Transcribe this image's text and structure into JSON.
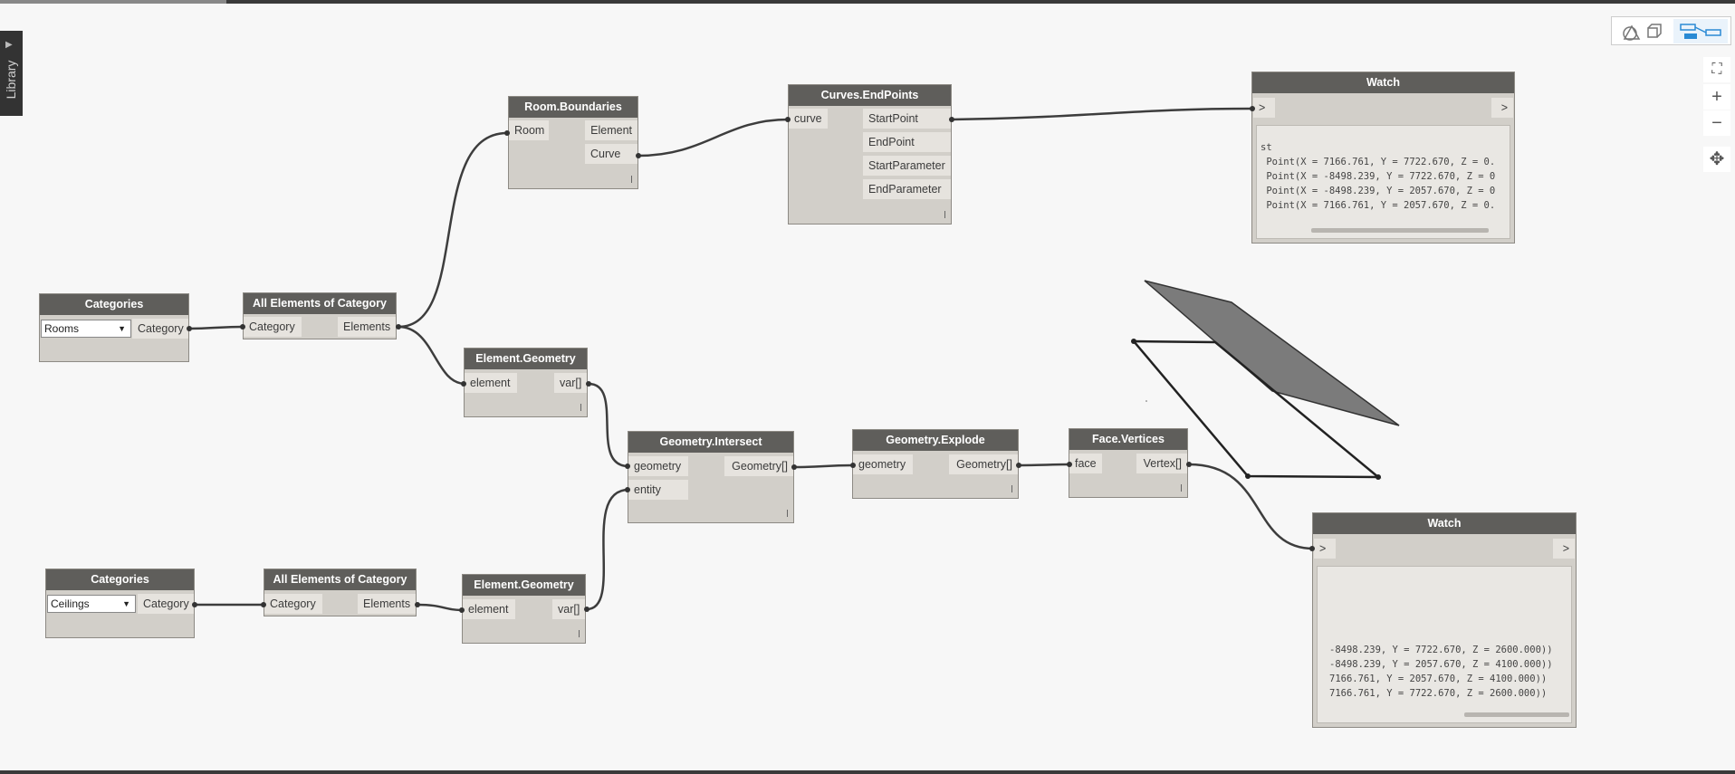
{
  "library": {
    "label": "Library"
  },
  "nodes": {
    "categories_rooms": {
      "title": "Categories",
      "selected": "Rooms",
      "output": "Category"
    },
    "all_elements_1": {
      "title": "All Elements of Category",
      "input": "Category",
      "output": "Elements"
    },
    "room_boundaries": {
      "title": "Room.Boundaries",
      "input": "Room",
      "output_1": "Element",
      "output_2": "Curve"
    },
    "curves_endpoints": {
      "title": "Curves.EndPoints",
      "input": "curve",
      "outputs": [
        "StartPoint",
        "EndPoint",
        "StartParameter",
        "EndParameter"
      ]
    },
    "watch_1": {
      "title": "Watch",
      "input": ">",
      "output": ">",
      "lines": [
        "st",
        " Point(X = 7166.761, Y = 7722.670, Z = 0.",
        " Point(X = -8498.239, Y = 7722.670, Z = 0",
        " Point(X = -8498.239, Y = 2057.670, Z = 0",
        " Point(X = 7166.761, Y = 2057.670, Z = 0."
      ]
    },
    "element_geometry_1": {
      "title": "Element.Geometry",
      "input": "element",
      "output": "var[]"
    },
    "geometry_intersect": {
      "title": "Geometry.Intersect",
      "input_1": "geometry",
      "input_2": "entity",
      "output": "Geometry[]"
    },
    "geometry_explode": {
      "title": "Geometry.Explode",
      "input": "geometry",
      "output": "Geometry[]"
    },
    "face_vertices": {
      "title": "Face.Vertices",
      "input": "face",
      "output": "Vertex[]"
    },
    "watch_2": {
      "title": "Watch",
      "input": ">",
      "output": ">",
      "lines": [
        "-8498.239, Y = 7722.670, Z = 2600.000))",
        "-8498.239, Y = 2057.670, Z = 4100.000))",
        "7166.761, Y = 2057.670, Z = 4100.000))",
        "7166.761, Y = 7722.670, Z = 2600.000))"
      ]
    },
    "categories_ceilings": {
      "title": "Categories",
      "selected": "Ceilings",
      "output": "Category"
    },
    "all_elements_2": {
      "title": "All Elements of Category",
      "input": "Category",
      "output": "Elements"
    },
    "element_geometry_2": {
      "title": "Element.Geometry",
      "input": "element",
      "output": "var[]"
    }
  },
  "view_controls": {
    "zoom_in": "+",
    "zoom_out": "−",
    "fit": "⛶",
    "pan": "✥"
  },
  "colors": {
    "node_header": "#5f5e5b",
    "node_body": "#d2cfc9",
    "wire": "#3d3d3d",
    "canvas": "#f7f7f7",
    "surface": "#7a7a7a",
    "accent": "#2a8ad4"
  }
}
